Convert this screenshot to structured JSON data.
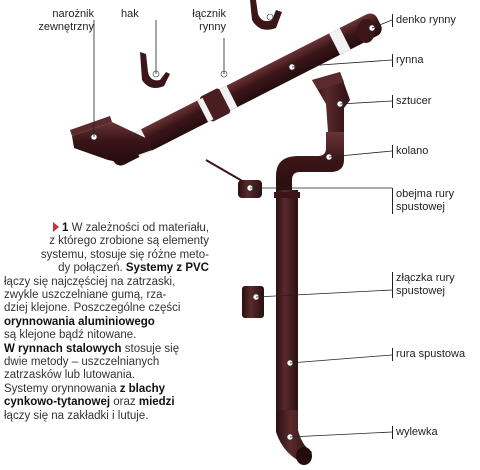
{
  "colors": {
    "pipe": "#3b1518",
    "pipe_light": "#5a2a2c",
    "band": "#f2f2f2",
    "accent": "#c8303c"
  },
  "labels": {
    "naroznik": "narożnik\nzewnętrzny",
    "hak": "hak",
    "lacznik": "łącznik\nrynny",
    "denko": "denko rynny",
    "rynna": "rynna",
    "sztucer": "sztucer",
    "kolano": "kolano",
    "obejma": "obejma rury\nspustowej",
    "zlaczka": "złączka rury\nspustowej",
    "rura": "rura spustowa",
    "wylewka": "wylewka"
  },
  "description": {
    "marker": "1",
    "l1": "W zależności od materiału,",
    "l2": "z którego zrobione są elementy",
    "l3": "systemu, stosuje się różne meto-",
    "l4a": "dy połączeń. ",
    "l4b": "Systemy z PVC",
    "l5": "łączy się najczęściej na zatrzaski,",
    "l6": "zwykle uszczelniane gumą, rza-",
    "l7": "dziej klejone. Poszczególne części",
    "l8": "orynnowania aluminiowego",
    "l9": "są klejone bądź nitowane.",
    "l10a": "W rynnach stalowych",
    "l10b": " stosuje się",
    "l11": "dwie metody – uszczelnianych",
    "l12": "zatrzasków lub lutowania.",
    "l13": "Systemy orynnowania ",
    "l13b": "z blachy",
    "l14a": "cynkowo-tytanowej",
    "l14b": " oraz ",
    "l14c": "miedzi",
    "l15": "łączy się na zakładki i lutuje."
  }
}
